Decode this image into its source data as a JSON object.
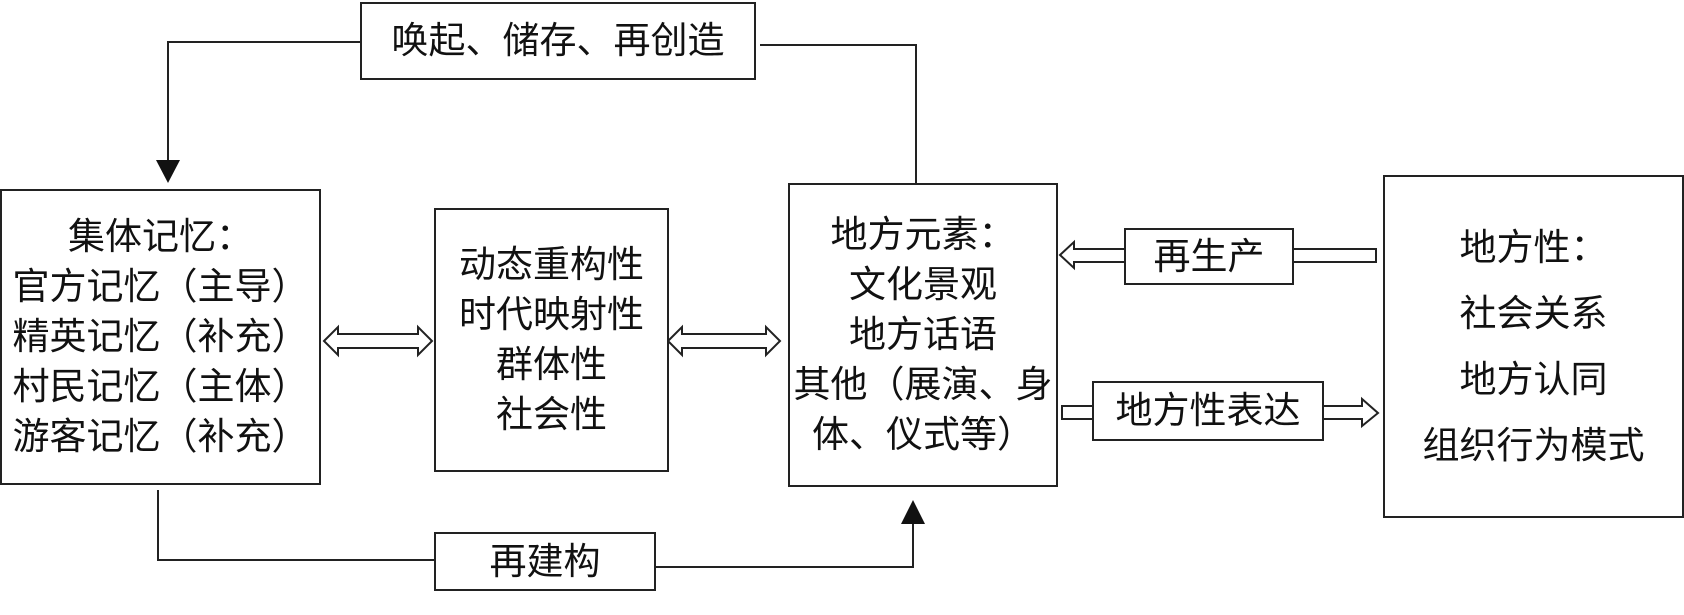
{
  "diagram": {
    "top_label": "唤起、储存、再创造",
    "bottom_label": "再建构",
    "collective_memory": {
      "title": "集体记忆：",
      "items": [
        "官方记忆（主导）",
        "精英记忆（补充）",
        "村民记忆（主体）",
        "游客记忆（补充）"
      ]
    },
    "properties": {
      "items": [
        "动态重构性",
        "时代映射性",
        "群体性",
        "社会性"
      ]
    },
    "place_elements": {
      "title": "地方元素：",
      "items": [
        "文化景观",
        "地方话语",
        "其他（展演、身",
        "体、仪式等）"
      ]
    },
    "reproduce_label": "再生产",
    "expression_label": "地方性表达",
    "locality": {
      "title": "地方性：",
      "items": [
        "社会关系",
        "地方认同",
        "组织行为模式"
      ]
    }
  }
}
